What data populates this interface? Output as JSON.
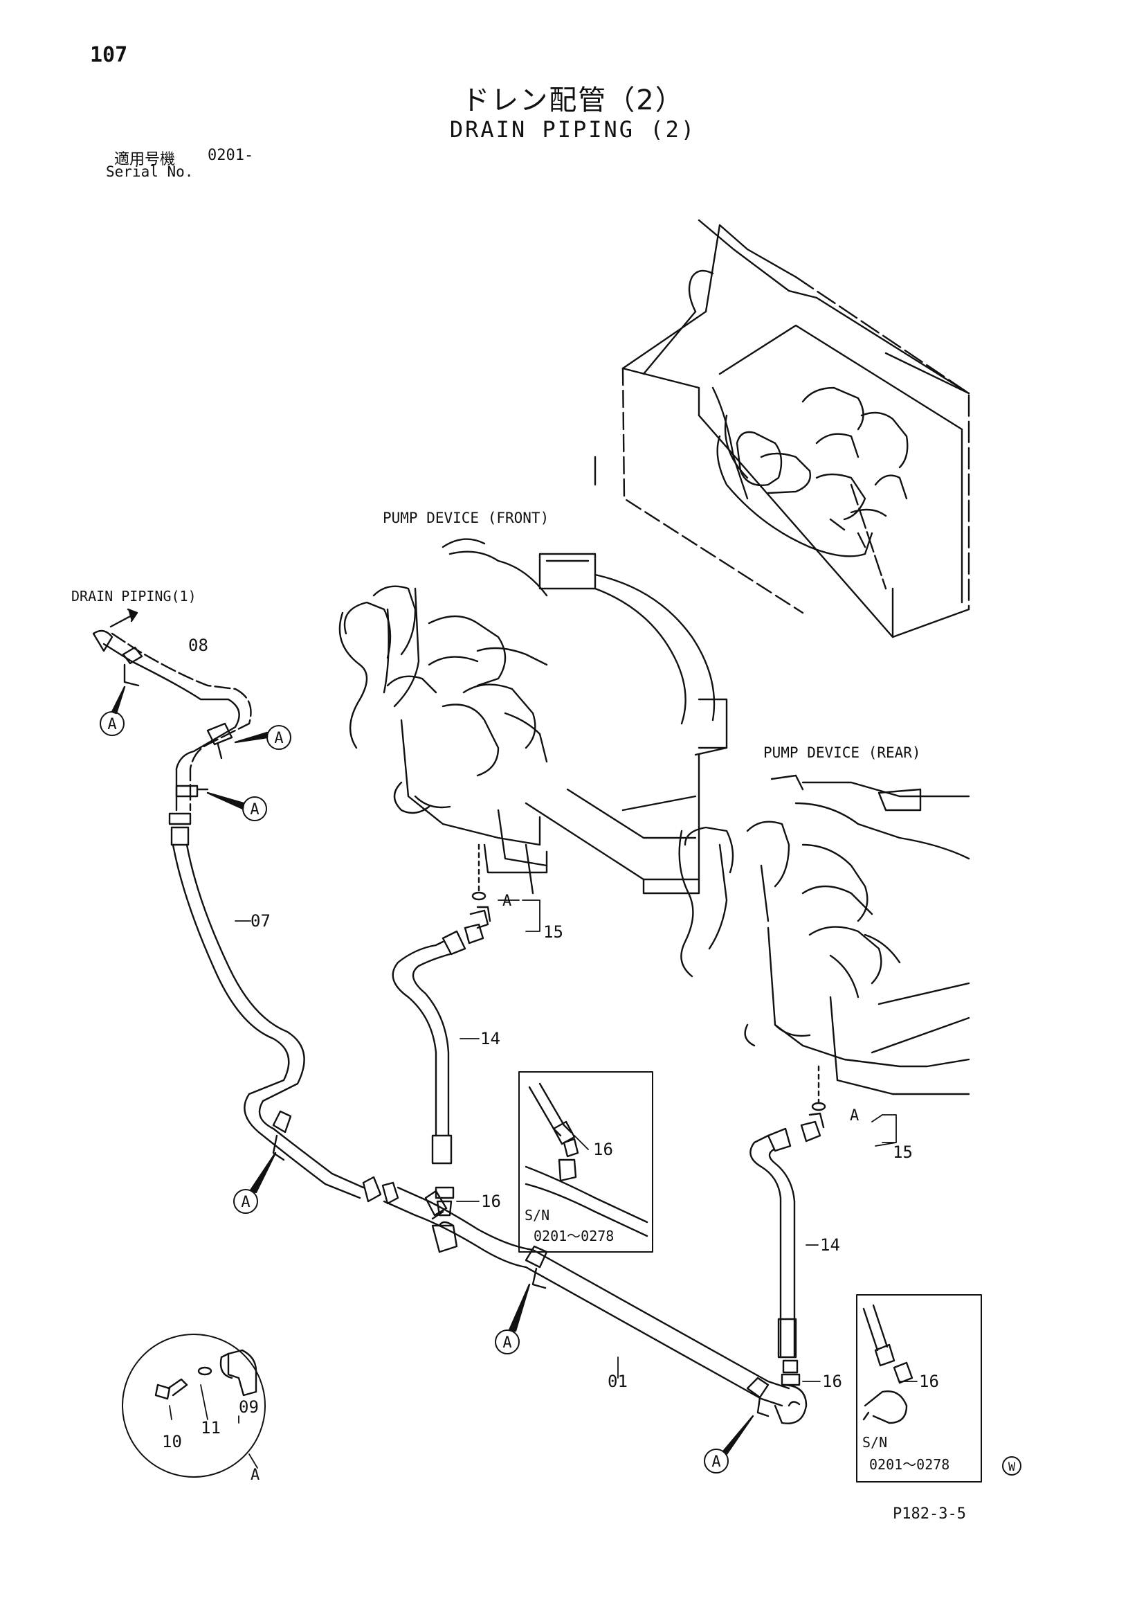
{
  "header": {
    "page_number": "107",
    "title_jp": "ドレン配管（2）",
    "title_en": "DRAIN PIPING (2)",
    "serial_label_jp": "適用号機",
    "serial_range": "0201-",
    "serial_label_en": "Serial No."
  },
  "labels": {
    "pump_front": "PUMP  DEVICE (FRONT)",
    "pump_rear": "PUMP  DEVICE (REAR)",
    "drain_piping_1": "DRAIN PIPING(1)",
    "detail_ref": "A"
  },
  "parts": {
    "p01": "01",
    "p07": "07",
    "p08": "08",
    "p09": "09",
    "p10": "10",
    "p11": "11",
    "p14": "14",
    "p15": "15",
    "p16": "16"
  },
  "insets": [
    {
      "sn_label": "S/N",
      "sn_range": "0201～0278",
      "part": "16"
    },
    {
      "sn_label": "S/N",
      "sn_range": "0201～0278",
      "part": "16"
    }
  ],
  "footer": {
    "page_code": "P182-3-5",
    "mark": "W"
  }
}
